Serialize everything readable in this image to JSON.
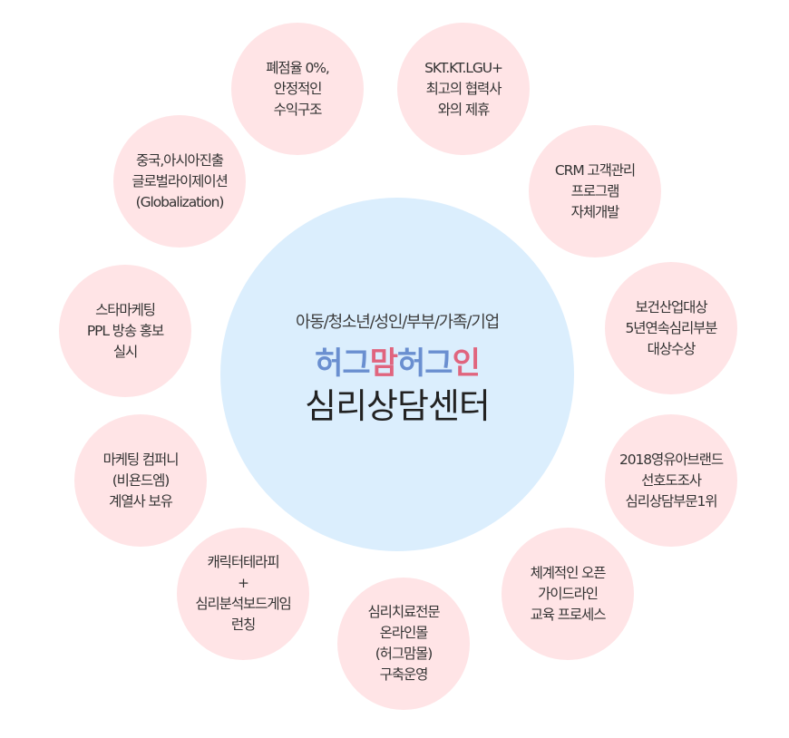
{
  "center": {
    "subtitle": "아동/청소년/성인/부부/가족/기업",
    "brand": [
      {
        "text": "허그",
        "color": "#6a8fd0"
      },
      {
        "text": "맘",
        "color": "#e0657e"
      },
      {
        "text": "허그",
        "color": "#6a8fd0"
      },
      {
        "text": "인",
        "color": "#e0657e"
      }
    ],
    "title": "심리상담센터"
  },
  "nodes": [
    {
      "lines": [
        "폐점율 0%,",
        "안정적인",
        "수익구조"
      ]
    },
    {
      "lines": [
        "SKT.KT.LGU+",
        "최고의 협력사",
        "와의 제휴"
      ]
    },
    {
      "lines": [
        "CRM 고객관리",
        "프로그램",
        "자체개발"
      ]
    },
    {
      "lines": [
        "보건산업대상",
        "5년연속심리부분",
        "대상수상"
      ]
    },
    {
      "lines": [
        "2018영유아브랜드",
        "선호도조사",
        "심리상담부문1위"
      ]
    },
    {
      "lines": [
        "체계적인 오픈",
        "가이드라인",
        "교육 프로세스"
      ]
    },
    {
      "lines": [
        "심리치료전문",
        "온라인몰",
        "(허그맘몰)",
        "구축운영"
      ]
    },
    {
      "lines": [
        "캐릭터테라피",
        "+",
        "심리분석보드게임",
        "런칭"
      ]
    },
    {
      "lines": [
        "마케팅 컴퍼니",
        "(비욘드엠)",
        "계열사 보유"
      ]
    },
    {
      "lines": [
        "스타마케팅",
        "PPL 방송 홍보",
        "실시"
      ]
    },
    {
      "lines": [
        "중국,아시아진출",
        "글로벌라이제이션",
        "(Globalization)"
      ]
    }
  ],
  "colors": {
    "center_bg": "#dbeefd",
    "node_bg": "#ffe4e6",
    "brand_blue": "#6a8fd0",
    "brand_pink": "#e0657e"
  }
}
